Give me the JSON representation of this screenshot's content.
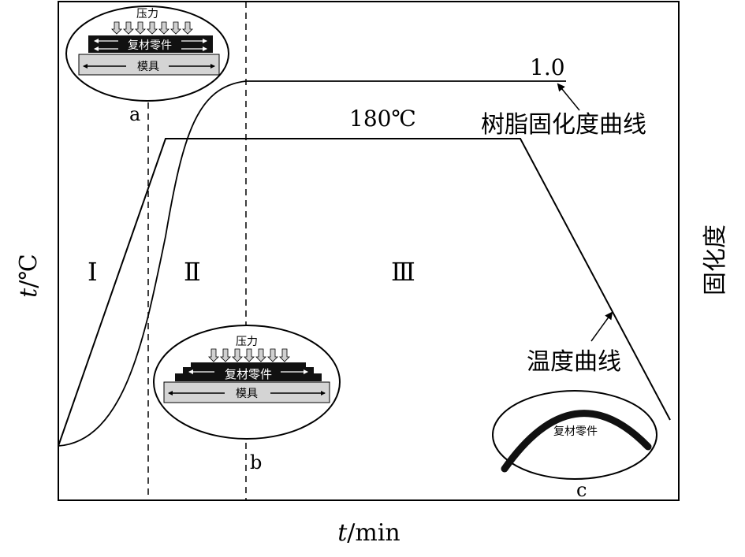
{
  "axes": {
    "ylabel_var": "t",
    "ylabel_unit": "/℃",
    "xlabel_var": "t",
    "xlabel_unit": "/min",
    "right_label": "固化度"
  },
  "stages": {
    "one": "Ⅰ",
    "two": "Ⅱ",
    "three": "Ⅲ"
  },
  "labels": {
    "cure_max": "1.0",
    "temp_hold": "180℃",
    "cure_curve": "树脂固化度曲线",
    "temp_curve": "温度曲线",
    "marker_a": "a",
    "marker_b": "b",
    "marker_c": "c"
  },
  "inset_a": {
    "pressure": "压力",
    "part": "复材零件",
    "mold": "模具"
  },
  "inset_b": {
    "pressure": "压力",
    "part": "复材零件",
    "mold": "模具"
  },
  "inset_c": {
    "part": "复材零件"
  }
}
